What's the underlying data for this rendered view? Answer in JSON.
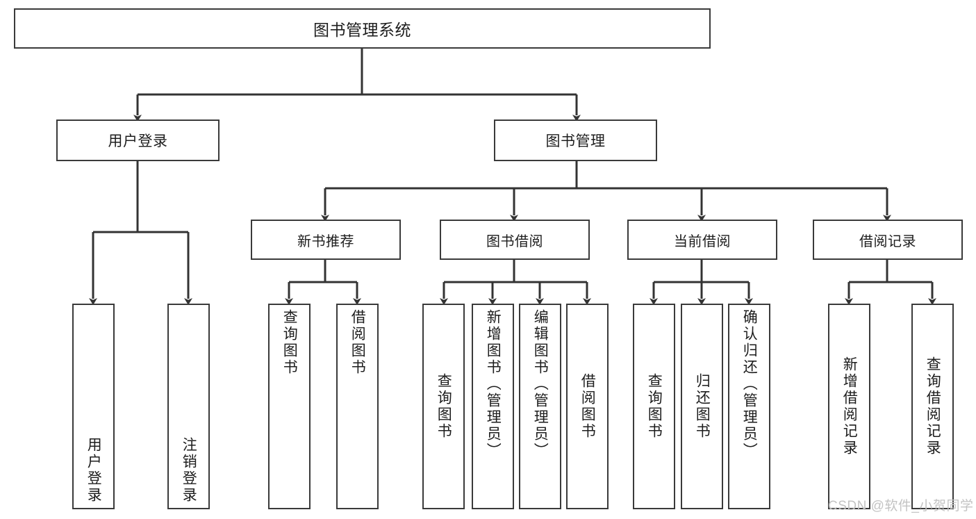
{
  "diagram": {
    "title": "图书管理系统",
    "type": "function-structure-tree",
    "root": {
      "label": "图书管理系统",
      "id": "root"
    },
    "level2": [
      {
        "id": "user-login",
        "label": "用户登录"
      },
      {
        "id": "book-management",
        "label": "图书管理"
      }
    ],
    "level3": [
      {
        "id": "new-book-recommend",
        "label": "新书推荐",
        "parent": "book-management"
      },
      {
        "id": "book-borrow",
        "label": "图书借阅",
        "parent": "book-management"
      },
      {
        "id": "current-borrow",
        "label": "当前借阅",
        "parent": "book-management"
      },
      {
        "id": "borrow-record",
        "label": "借阅记录",
        "parent": "book-management"
      }
    ],
    "leaves": {
      "user-login": [
        {
          "id": "leaf-user-login",
          "label": "用户登录"
        },
        {
          "id": "leaf-logout",
          "label": "注销登录"
        }
      ],
      "new-book-recommend": [
        {
          "id": "leaf-query-book-1",
          "label": "查询图书"
        },
        {
          "id": "leaf-borrow-book-1",
          "label": "借阅图书"
        }
      ],
      "book-borrow": [
        {
          "id": "leaf-query-book-2",
          "label": "查询图书"
        },
        {
          "id": "leaf-add-book",
          "label": "新增图书（管理员）"
        },
        {
          "id": "leaf-edit-book",
          "label": "编辑图书（管理员）"
        },
        {
          "id": "leaf-borrow-book-2",
          "label": "借阅图书"
        }
      ],
      "current-borrow": [
        {
          "id": "leaf-query-book-3",
          "label": "查询图书"
        },
        {
          "id": "leaf-return-book",
          "label": "归还图书"
        },
        {
          "id": "leaf-confirm-return",
          "label": "确认归还（管理员）"
        }
      ],
      "borrow-record": [
        {
          "id": "leaf-add-record",
          "label": "新增借阅记录"
        },
        {
          "id": "leaf-query-record",
          "label": "查询借阅记录"
        }
      ]
    }
  },
  "watermark": {
    "text": "CSDN @软件_小贺同学"
  },
  "colors": {
    "box_border": "#3a3a3a",
    "box_fill": "#ffffff",
    "connector": "#333333",
    "text": "#1d1d1d",
    "watermark": "#c3c3c3",
    "background": "#ffffff"
  }
}
